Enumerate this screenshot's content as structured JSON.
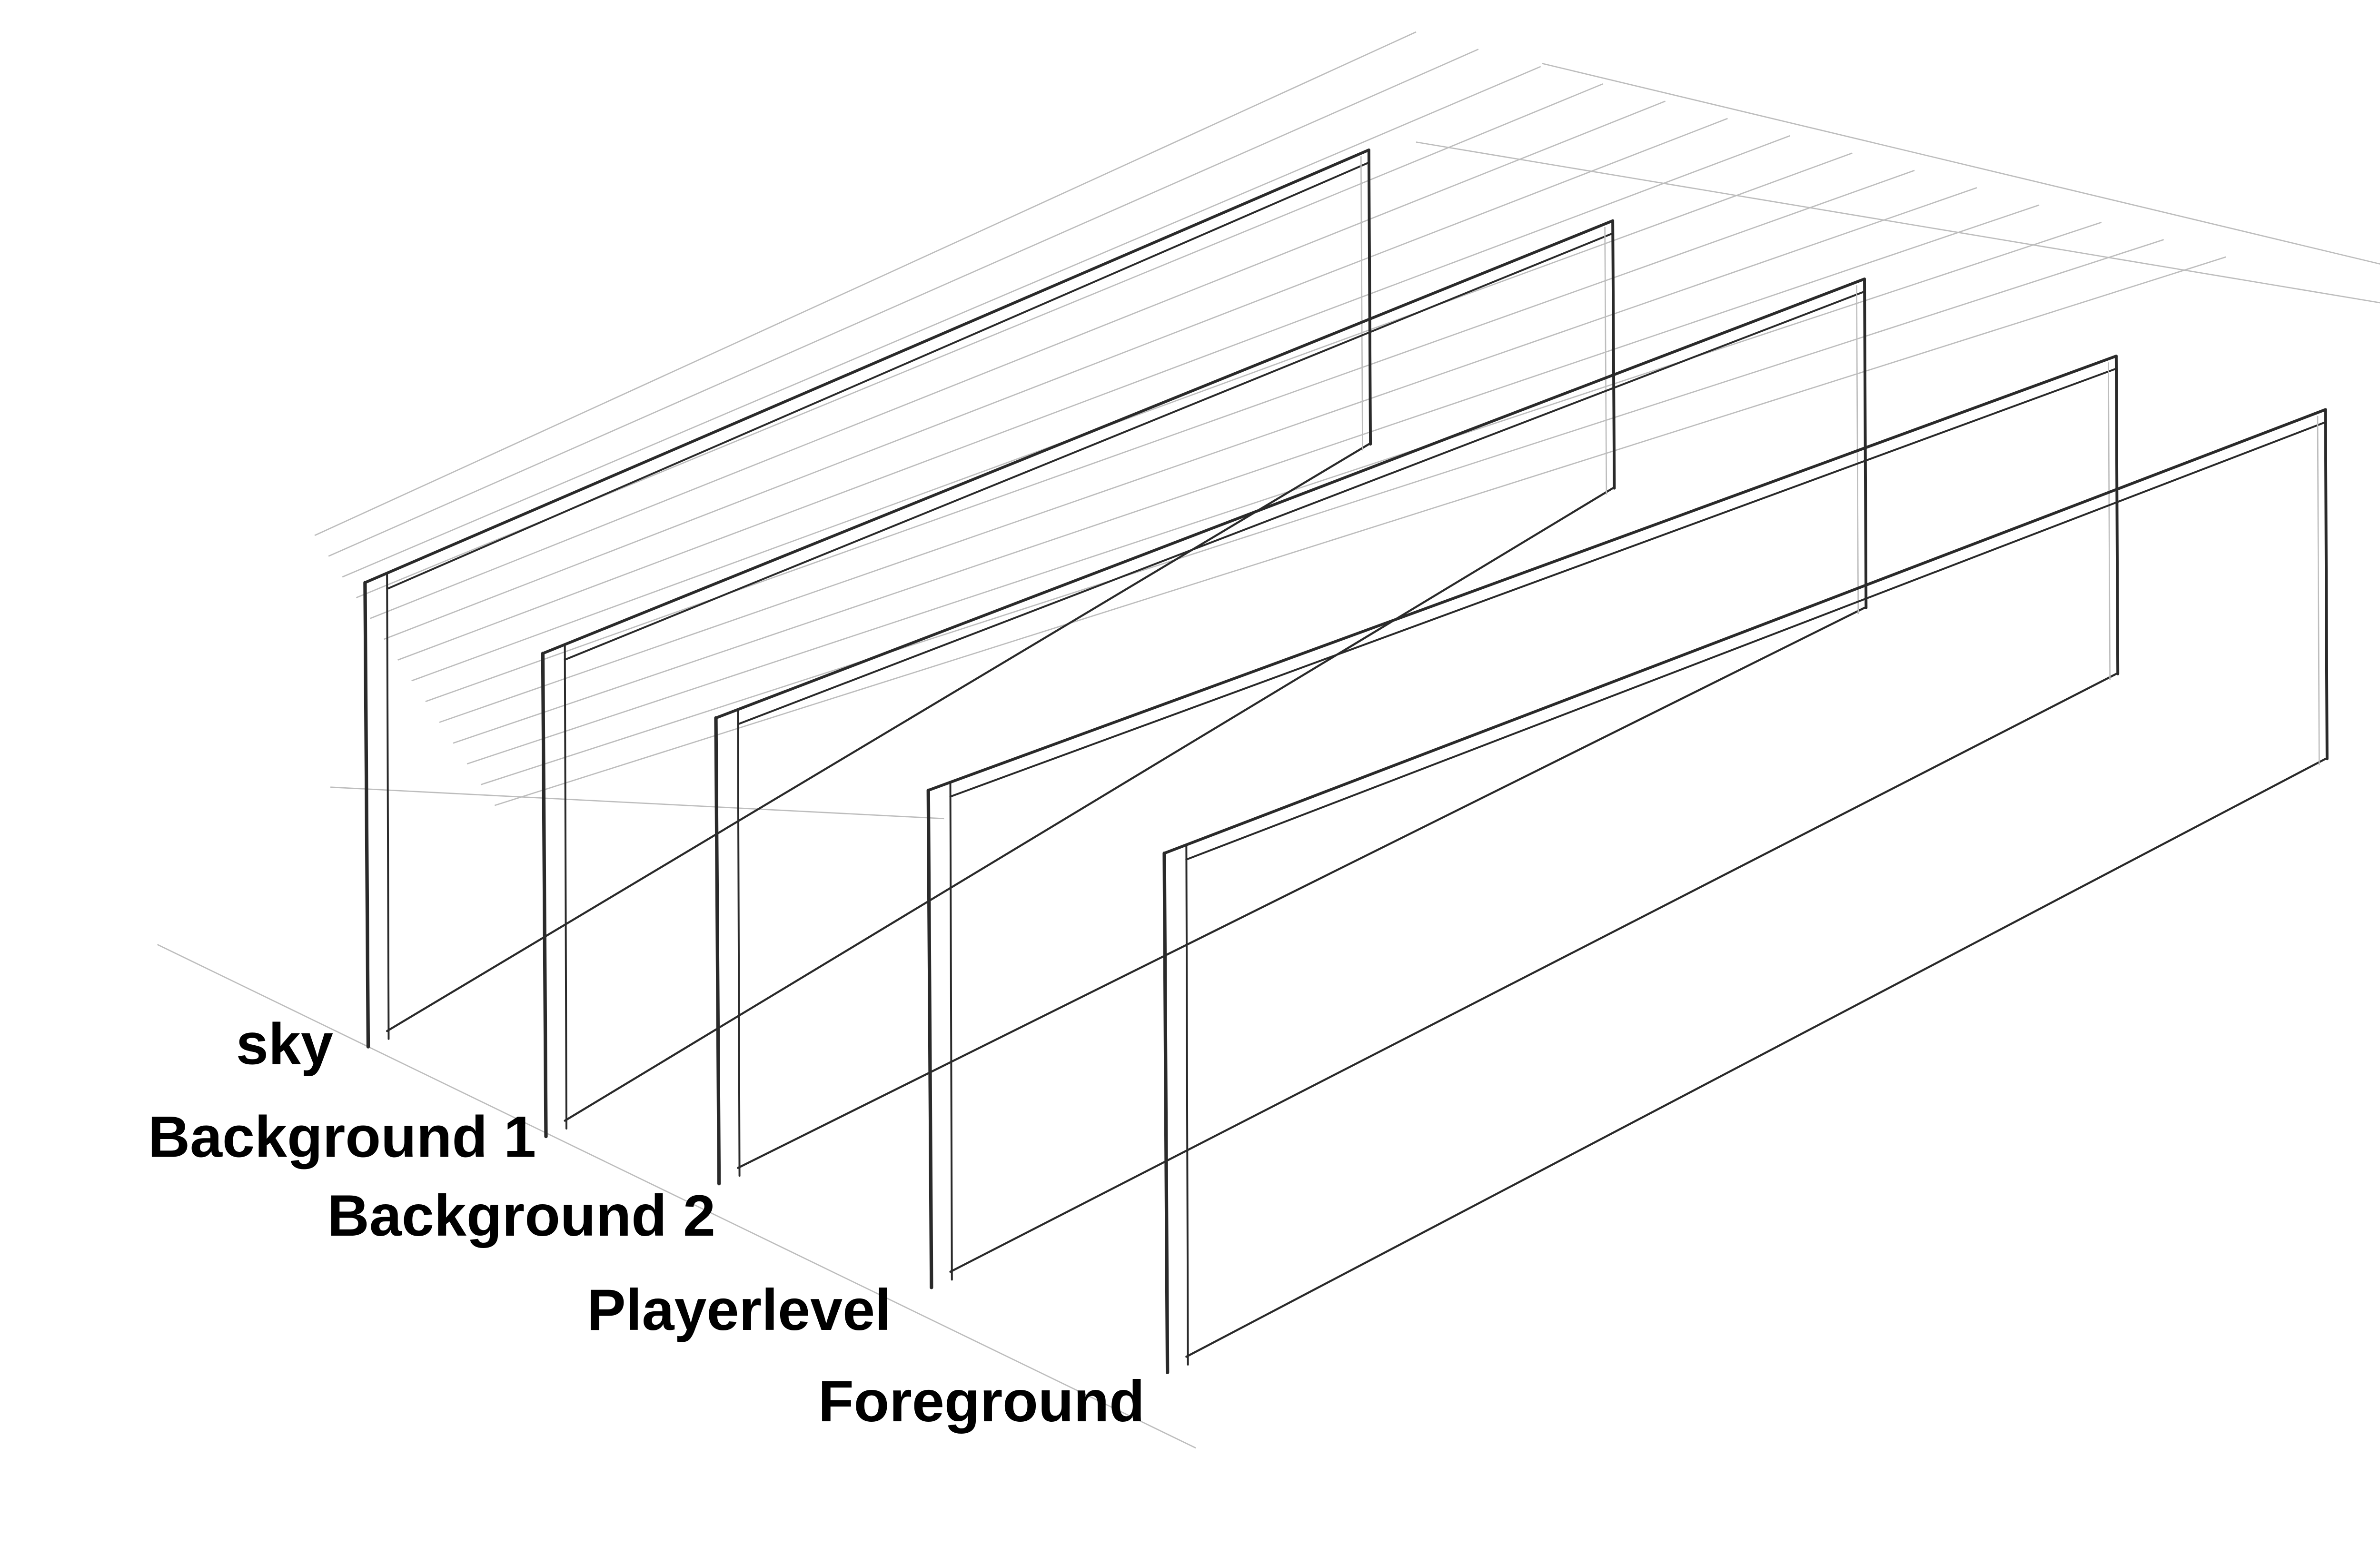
{
  "diagram": {
    "type": "layered-parallax-sketch",
    "layers": [
      {
        "label": "sky"
      },
      {
        "label": "Background 1"
      },
      {
        "label": "Background 2"
      },
      {
        "label": "Playerlevel"
      },
      {
        "label": "Foreground"
      }
    ]
  }
}
